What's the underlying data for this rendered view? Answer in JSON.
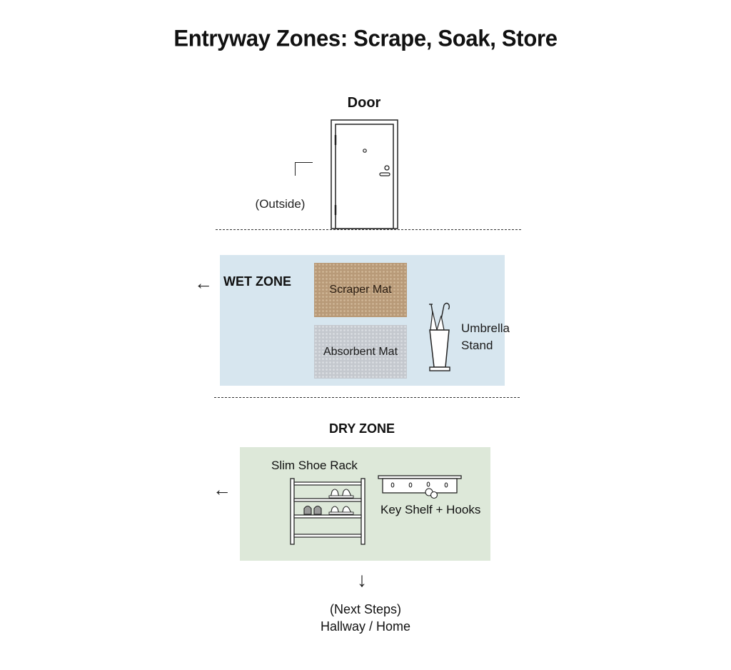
{
  "title": "Entryway Zones: Scrape, Soak, Store",
  "door": {
    "label": "Door",
    "outside_label": "(Outside)"
  },
  "wet_zone": {
    "label": "WET ZONE",
    "arrow": "←",
    "color": "#d7e6ef",
    "items": [
      {
        "label": "Scraper Mat",
        "color": "#b89a78"
      },
      {
        "label": "Absorbent Mat",
        "color": "#c4c8ce"
      }
    ],
    "umbrella_stand": {
      "line1": "Umbrella",
      "line2": "Stand"
    }
  },
  "dry_zone": {
    "label": "DRY ZONE",
    "arrow": "←",
    "color": "#dde8d9",
    "shoe_rack_label": "Slim Shoe Rack",
    "key_shelf_label": "Key Shelf + Hooks"
  },
  "next": {
    "arrow": "↓",
    "line1": "(Next Steps)",
    "line2": "Hallway / Home"
  }
}
